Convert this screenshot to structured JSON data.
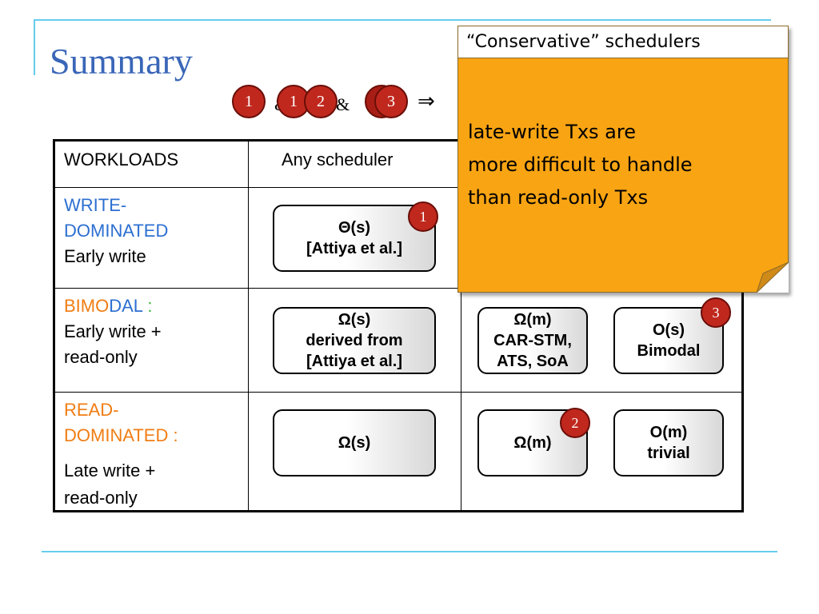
{
  "title": "Summary",
  "formula": {
    "badge1": "1",
    "amp1": "&",
    "badge1b": "1",
    "badge2": "2",
    "amp2": "&",
    "badge3": "3",
    "implies": "⇒"
  },
  "table": {
    "header": {
      "col0": "WORKLOADS",
      "col1": "Any scheduler"
    },
    "row1": {
      "label_line1": "WRITE-",
      "label_line2": "DOMINATED",
      "label_line3": "Early write",
      "box1_line1": "Θ(s)",
      "box1_line2": "[Attiya et al.]",
      "badge": "1"
    },
    "row2": {
      "label_a": "BIMO",
      "label_b": "DAL",
      "label_c": " :",
      "label_line2": "Early write +",
      "label_line3": "read-only",
      "box1_line1": "Ω(s)",
      "box1_line2": "derived from",
      "box1_line3": "[Attiya et al.]",
      "box2_line1": "Ω(m)",
      "box2_line2": "CAR-STM,",
      "box2_line3": "ATS, SoA",
      "box3_line1": "O(s)",
      "box3_line2": "Bimodal",
      "badge": "3"
    },
    "row3": {
      "label_line1": "READ-",
      "label_line2": "DOMINATED :",
      "label_line3": "Late write +",
      "label_line4": "read-only",
      "box1": "Ω(s)",
      "box2": "Ω(m)",
      "box3_line1": "O(m)",
      "box3_line2": "trivial",
      "badge": "2"
    }
  },
  "note": {
    "header": "“Conservative” schedulers",
    "line1": "late-write Txs are",
    "line2": "more difficult to handle",
    "line3": "than read-only Txs"
  },
  "colors": {
    "title": "#3a66b8",
    "rules": "#66ccee",
    "badge": "#c0281e",
    "note": "#f8a413",
    "label_blue": "#2c6fd1",
    "label_orange": "#f07d14",
    "label_green": "#3cb33c"
  }
}
